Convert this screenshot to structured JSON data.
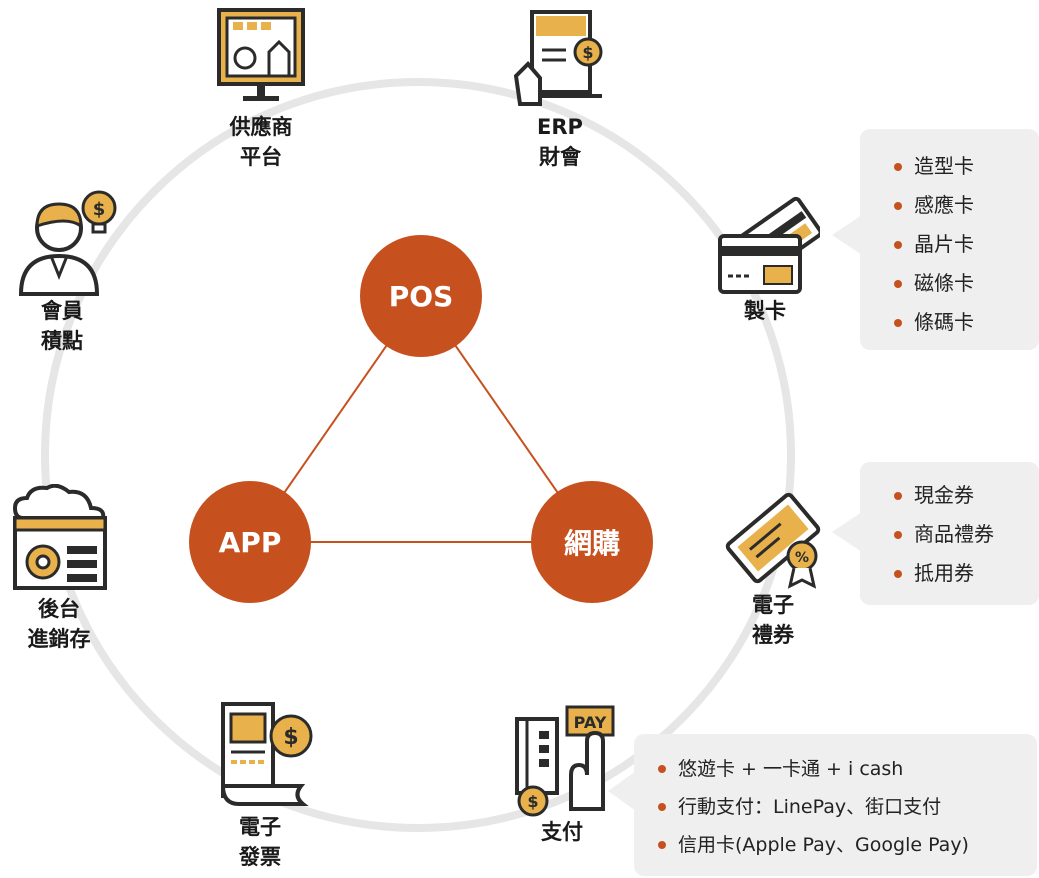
{
  "hubs": {
    "pos": "POS",
    "app": "APP",
    "ecommerce": "網購"
  },
  "nodes": {
    "supplier": {
      "line1": "供應商",
      "line2": "平台",
      "icon": "monitor-buildings-icon"
    },
    "erp": {
      "line1": "ERP",
      "line2": "財會",
      "icon": "invoice-hand-dollar-icon"
    },
    "card": {
      "line1": "製卡",
      "icon": "credit-cards-icon"
    },
    "egift": {
      "line1": "電子",
      "line2": "禮券",
      "icon": "gift-voucher-icon"
    },
    "payment": {
      "line1": "支付",
      "icon": "pay-terminal-icon",
      "pay_text": "PAY"
    },
    "einvoice": {
      "line1": "電子",
      "line2": "發票",
      "icon": "receipt-dollar-icon"
    },
    "backend": {
      "line1": "後台",
      "line2": "進銷存",
      "icon": "cloud-settings-icon"
    },
    "member": {
      "line1": "會員",
      "line2": "積點",
      "icon": "member-coin-icon"
    }
  },
  "callouts": {
    "card_types": [
      "造型卡",
      "感應卡",
      "晶片卡",
      "磁條卡",
      "條碼卡"
    ],
    "voucher_types": [
      "現金券",
      "商品禮券",
      "抵用券"
    ],
    "payment_methods": [
      "悠遊卡 + 一卡通 + i cash",
      "行動支付：LinePay、街口支付",
      "信用卡(Apple Pay、Google Pay)"
    ]
  },
  "colors": {
    "accent": "#c6511f",
    "icon_fill": "#e8b14b",
    "icon_stroke": "#2b2b2b",
    "ring": "#e6e6e6",
    "callout_bg": "#efefef"
  }
}
